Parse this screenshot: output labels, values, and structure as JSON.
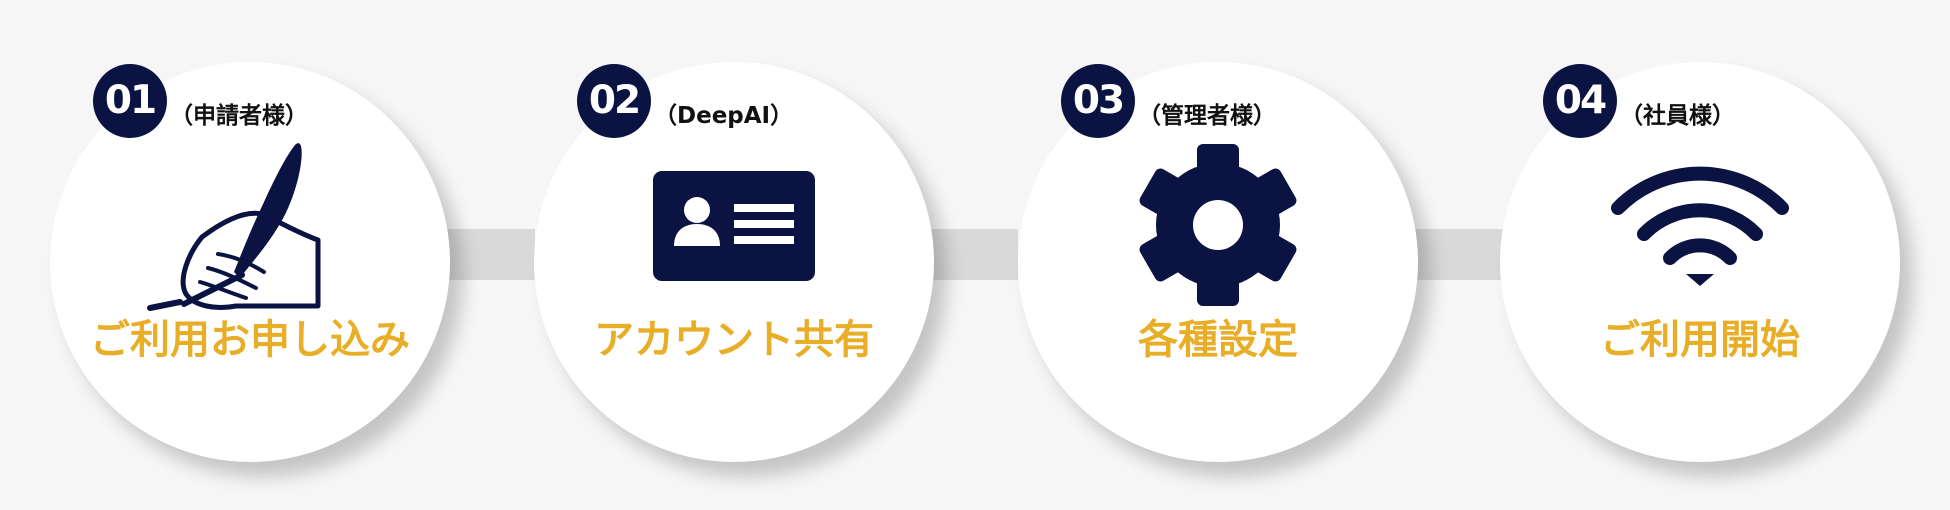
{
  "steps": [
    {
      "number": "01",
      "role": "（申請者様）",
      "label": "ご利用お申し込み",
      "icon": "pen-hand-icon"
    },
    {
      "number": "02",
      "role": "（DeepAI）",
      "label": "アカウント共有",
      "icon": "id-card-icon"
    },
    {
      "number": "03",
      "role": "（管理者様）",
      "label": "各種設定",
      "icon": "gear-icon"
    },
    {
      "number": "04",
      "role": "（社員様）",
      "label": "ご利用開始",
      "icon": "wifi-icon"
    }
  ],
  "colors": {
    "navy": "#0b1342",
    "accent": "#e9ae28",
    "connector": "#d9d9d9",
    "background": "#f6f6f6"
  }
}
